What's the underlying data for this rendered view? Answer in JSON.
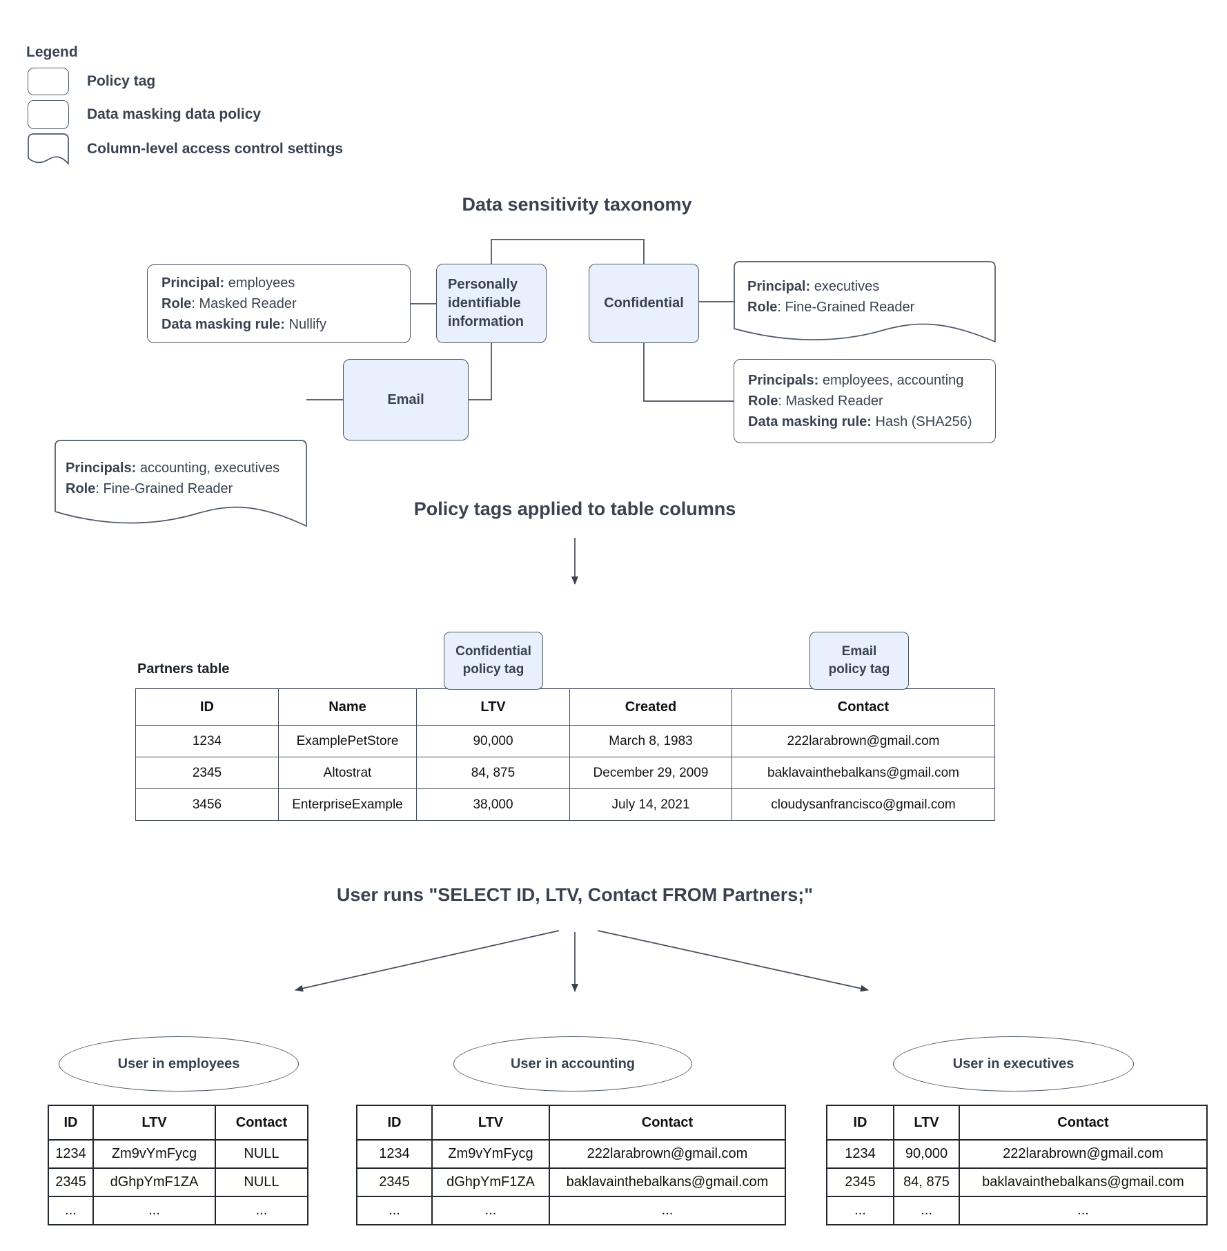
{
  "colors": {
    "policy_tag_fill": "#e8f0fe",
    "shape_border": "#4e5866",
    "text": "#39424e"
  },
  "legend": {
    "title": "Legend",
    "items": [
      {
        "shape": "policy-tag-swatch",
        "label": "Policy tag"
      },
      {
        "shape": "data-policy-swatch",
        "label": "Data masking data policy"
      },
      {
        "shape": "document-swatch",
        "label": "Column-level access control settings"
      }
    ]
  },
  "taxonomy": {
    "title": "Data sensitivity taxonomy",
    "pii": "Personally identifiable information",
    "confidential": "Confidential",
    "email": "Email",
    "policies": {
      "nullify": {
        "lines": [
          {
            "b": "Principal:",
            "t": " employees"
          },
          {
            "b": "Role",
            "t": ": Masked Reader"
          },
          {
            "b": "Data masking rule:",
            "t": " Nullify"
          }
        ]
      },
      "executives": {
        "lines": [
          {
            "b": "Principal:",
            "t": " executives"
          },
          {
            "b": "Role",
            "t": ": Fine-Grained Reader"
          }
        ]
      },
      "accounting_executives": {
        "lines": [
          {
            "b": "Principals:",
            "t": " accounting, executives"
          },
          {
            "b": "Role",
            "t": ": Fine-Grained Reader"
          }
        ]
      },
      "hash": {
        "lines": [
          {
            "b": "Principals:",
            "t": " employees, accounting"
          },
          {
            "b": "Role",
            "t": ": Masked Reader"
          },
          {
            "b": "Data masking rule:",
            "t": " Hash (SHA256)"
          }
        ]
      }
    }
  },
  "applied": {
    "heading": "Policy tags applied to table columns",
    "partners_label": "Partners table",
    "confidential_tag": {
      "line1": "Confidential",
      "line2": "policy tag"
    },
    "email_tag": {
      "line1": "Email",
      "line2": "policy tag"
    }
  },
  "partners": {
    "headers": [
      "ID",
      "Name",
      "LTV",
      "Created",
      "Contact"
    ],
    "rows": [
      [
        "1234",
        "ExamplePetStore",
        "90,000",
        "March 8, 1983",
        "222larabrown@gmail.com"
      ],
      [
        "2345",
        "Altostrat",
        "84, 875",
        "December 29, 2009",
        "baklavainthebalkans@gmail.com"
      ],
      [
        "3456",
        "EnterpriseExample",
        "38,000",
        "July 14, 2021",
        "cloudysanfrancisco@gmail.com"
      ]
    ]
  },
  "query": {
    "heading": "User runs \"SELECT ID, LTV, Contact FROM Partners;\""
  },
  "results": [
    {
      "user": "User in employees",
      "headers": [
        "ID",
        "LTV",
        "Contact"
      ],
      "rows": [
        [
          "1234",
          "Zm9vYmFycg",
          "NULL"
        ],
        [
          "2345",
          "dGhpYmF1ZA",
          "NULL"
        ],
        [
          "...",
          "...",
          "..."
        ]
      ]
    },
    {
      "user": "User in accounting",
      "headers": [
        "ID",
        "LTV",
        "Contact"
      ],
      "rows": [
        [
          "1234",
          "Zm9vYmFycg",
          "222larabrown@gmail.com"
        ],
        [
          "2345",
          "dGhpYmF1ZA",
          "baklavainthebalkans@gmail.com"
        ],
        [
          "...",
          "...",
          "..."
        ]
      ]
    },
    {
      "user": "User in executives",
      "headers": [
        "ID",
        "LTV",
        "Contact"
      ],
      "rows": [
        [
          "1234",
          "90,000",
          "222larabrown@gmail.com"
        ],
        [
          "2345",
          "84, 875",
          "baklavainthebalkans@gmail.com"
        ],
        [
          "...",
          "...",
          "..."
        ]
      ]
    }
  ]
}
